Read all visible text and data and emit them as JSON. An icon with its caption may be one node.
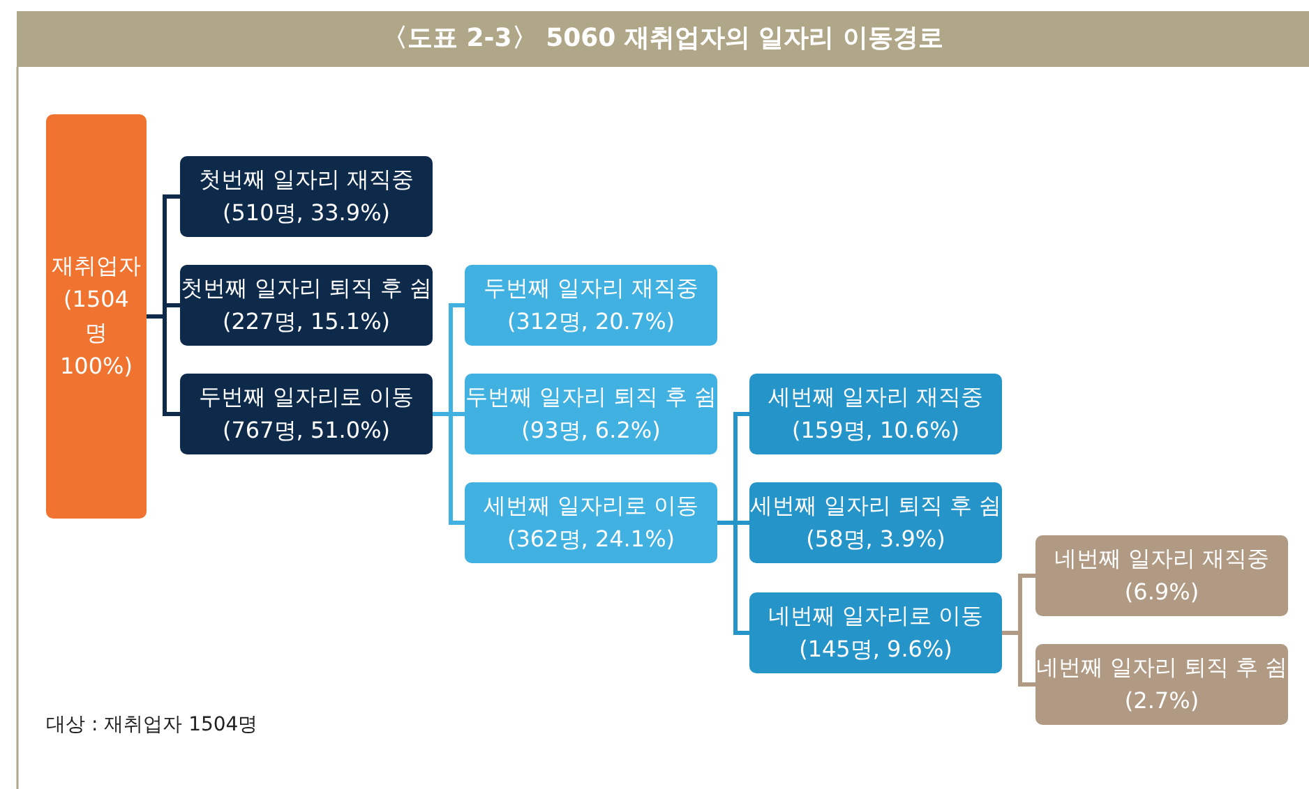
{
  "diagram": {
    "title": "〈도표 2-3〉 5060 재취업자의 일자리 이동경로",
    "nodes": [
      {
        "text": [
          "재취업자",
          "(1504명 100%)"
        ]
      },
      {
        "text": [
          "첫번째 일자리 재직중",
          "(510명, 33.9%)"
        ]
      },
      {
        "text": [
          "첫번째 일자리 퇴직 후 쉼",
          "(227명, 15.1%)"
        ]
      },
      {
        "text": [
          "두번째 일자리로 이동",
          "(767명, 51.0%)"
        ]
      },
      {
        "text": [
          "두번째 일자리 재직중",
          "(312명, 20.7%)"
        ]
      },
      {
        "text": [
          "두번째 일자리 퇴직 후 쉼",
          "(93명, 6.2%)"
        ]
      },
      {
        "text": [
          "세번째 일자리로 이동",
          "(362명, 24.1%)"
        ]
      },
      {
        "text": [
          "세번째 일자리 재직중",
          "(159명, 10.6%)"
        ]
      },
      {
        "text": [
          "세번째 일자리 퇴직 후 쉼",
          "(58명, 3.9%)"
        ]
      },
      {
        "text": [
          "네번째 일자리로 이동",
          "(145명, 9.6%)"
        ]
      },
      {
        "text": [
          "네번째 일자리 재직중",
          "(6.9%)"
        ]
      },
      {
        "text": [
          "네번째 일자리 퇴직 후 쉼",
          "(2.7%)"
        ]
      }
    ],
    "edges": [
      {
        "from": 0,
        "to": 1,
        "arrow": "none",
        "color": "#0e2a4a"
      },
      {
        "from": 0,
        "to": 2,
        "arrow": "none",
        "color": "#0e2a4a"
      },
      {
        "from": 0,
        "to": 3,
        "arrow": "none",
        "color": "#0e2a4a"
      },
      {
        "from": 3,
        "to": 4,
        "arrow": "none",
        "color": "#40b1e0"
      },
      {
        "from": 3,
        "to": 5,
        "arrow": "none",
        "color": "#40b1e0"
      },
      {
        "from": 3,
        "to": 6,
        "arrow": "none",
        "color": "#40b1e0"
      },
      {
        "from": 6,
        "to": 7,
        "arrow": "none",
        "color": "#2594c8"
      },
      {
        "from": 6,
        "to": 8,
        "arrow": "none",
        "color": "#2594c8"
      },
      {
        "from": 6,
        "to": 9,
        "arrow": "none",
        "color": "#2594c8"
      },
      {
        "from": 9,
        "to": 10,
        "arrow": "none",
        "color": "#b09a84"
      },
      {
        "from": 9,
        "to": 11,
        "arrow": "none",
        "color": "#b09a84"
      }
    ],
    "labels": [
      "대상 : 재취업자 1504명"
    ]
  }
}
